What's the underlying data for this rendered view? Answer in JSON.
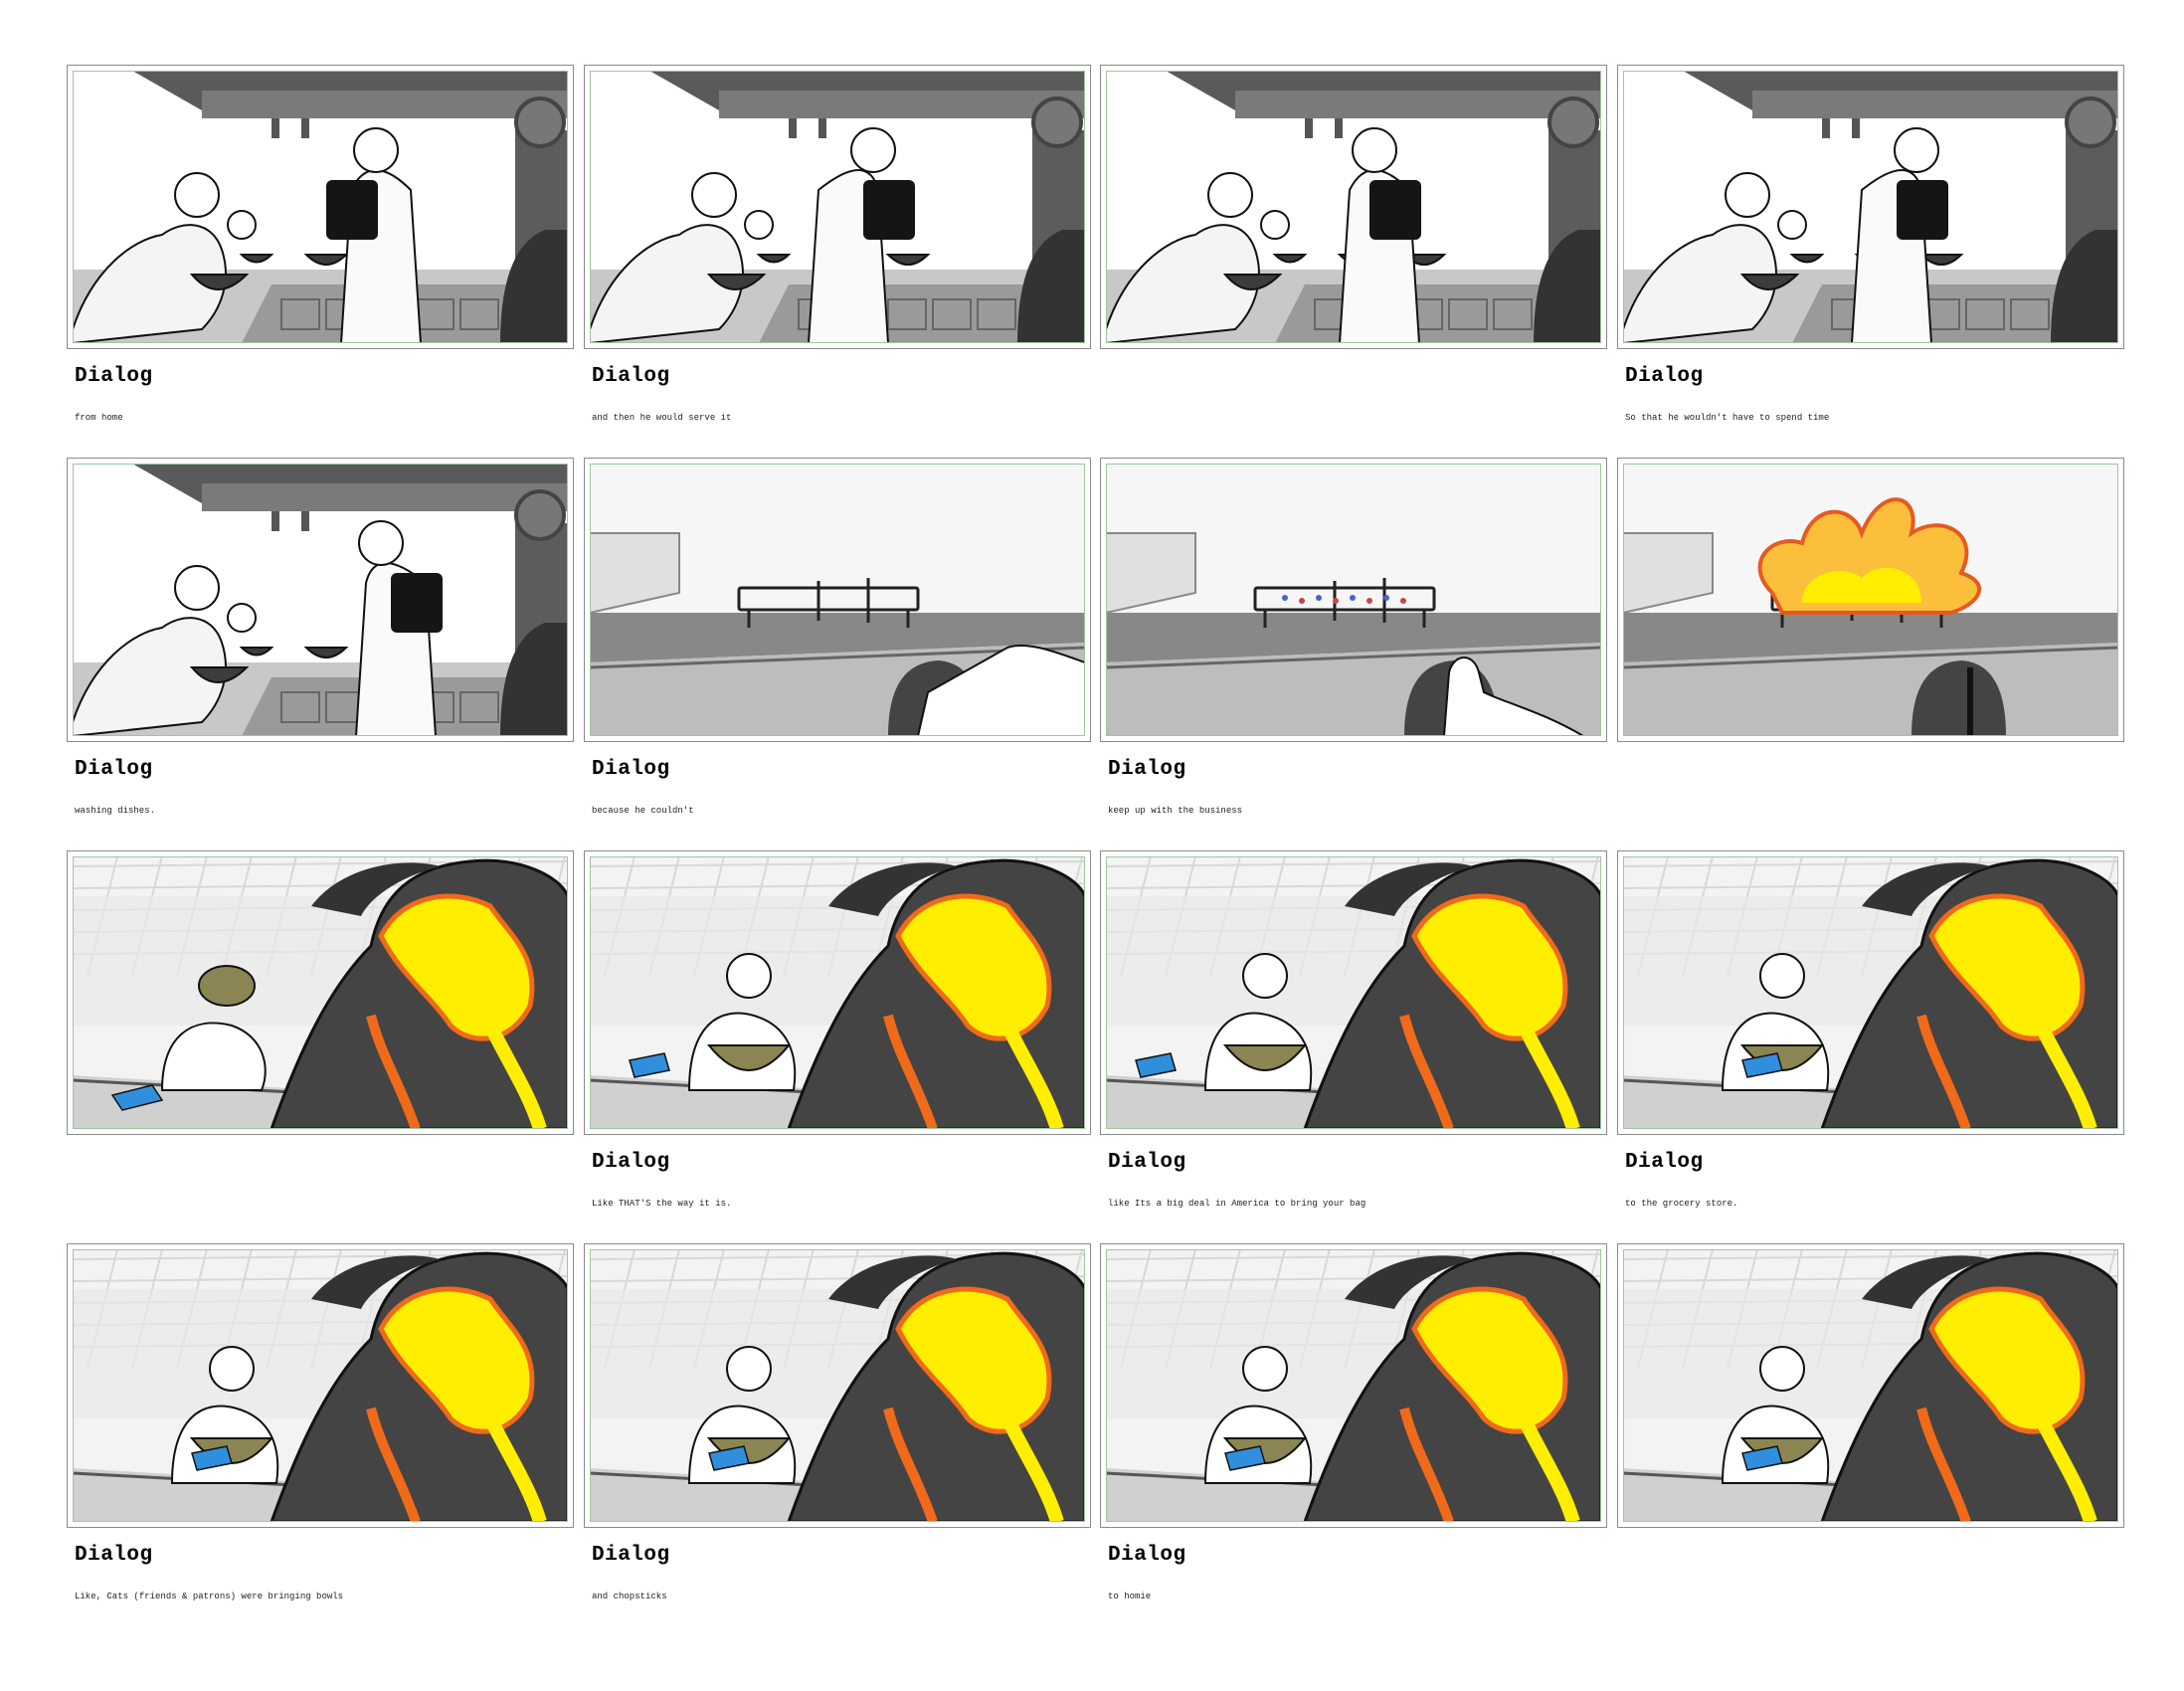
{
  "panels": [
    {
      "scene": "kitchen-a",
      "dialog_title": "Dialog",
      "dialog_text": "from home"
    },
    {
      "scene": "kitchen-b",
      "dialog_title": "Dialog",
      "dialog_text": "and then he would serve it"
    },
    {
      "scene": "kitchen-c",
      "dialog_title": "",
      "dialog_text": ""
    },
    {
      "scene": "kitchen-d",
      "dialog_title": "Dialog",
      "dialog_text": "So that he wouldn't have to spend time"
    },
    {
      "scene": "kitchen-e",
      "dialog_title": "Dialog",
      "dialog_text": "washing dishes."
    },
    {
      "scene": "stove-hand",
      "dialog_title": "Dialog",
      "dialog_text": "because he couldn't"
    },
    {
      "scene": "stove-ignite",
      "dialog_title": "Dialog",
      "dialog_text": "keep up with the business"
    },
    {
      "scene": "stove-fire",
      "dialog_title": "",
      "dialog_text": ""
    },
    {
      "scene": "cook-bowl-face",
      "dialog_title": "",
      "dialog_text": ""
    },
    {
      "scene": "cook-bowl-table",
      "dialog_title": "Dialog",
      "dialog_text": "Like THAT'S the way it is."
    },
    {
      "scene": "cook-bowl-wipe",
      "dialog_title": "Dialog",
      "dialog_text": "like Its a big deal in America to bring your bag"
    },
    {
      "scene": "cook-bowl-wash",
      "dialog_title": "Dialog",
      "dialog_text": "to the grocery store."
    },
    {
      "scene": "cook-bowl-wash",
      "dialog_title": "Dialog",
      "dialog_text": "Like, Cats (friends & patrons) were bringing bowls"
    },
    {
      "scene": "cook-bowl-wash",
      "dialog_title": "Dialog",
      "dialog_text": "and chopsticks"
    },
    {
      "scene": "cook-bowl-wash",
      "dialog_title": "Dialog",
      "dialog_text": "to homie"
    },
    {
      "scene": "cook-bowl-wash",
      "dialog_title": "",
      "dialog_text": ""
    }
  ],
  "colors": {
    "frame_border": "#8a8a8a",
    "inner_border": "#9fc79f",
    "shadow_dark": "#444444",
    "fire_yellow": "#ffee00",
    "fire_orange": "#f06a1a",
    "cloth_blue": "#2f8fdc",
    "bowl_olive": "#8a8552"
  }
}
